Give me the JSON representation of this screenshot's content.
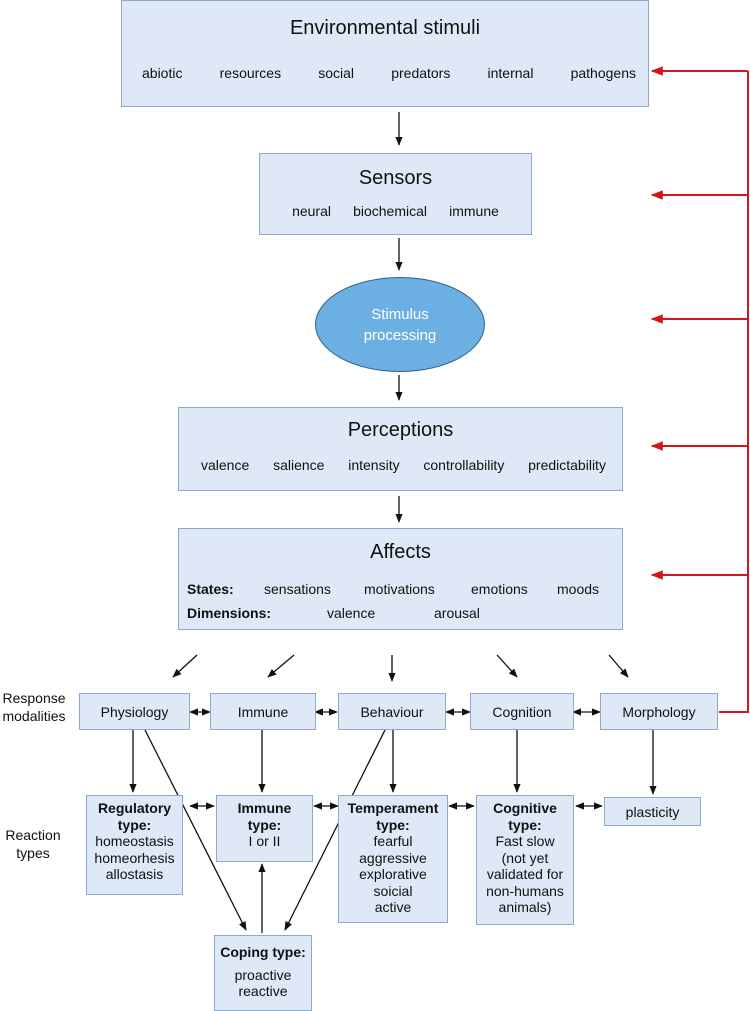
{
  "environmental_stimuli": {
    "title": "Environmental stimuli",
    "items": [
      "abiotic",
      "resources",
      "social",
      "predators",
      "internal",
      "pathogens"
    ]
  },
  "sensors": {
    "title": "Sensors",
    "items": [
      "neural",
      "biochemical",
      "immune"
    ]
  },
  "stimulus_processing": {
    "line1": "Stimulus",
    "line2": "processing"
  },
  "perceptions": {
    "title": "Perceptions",
    "items": [
      "valence",
      "salience",
      "intensity",
      "controllability",
      "predictability"
    ]
  },
  "affects": {
    "title": "Affects",
    "states_label": "States:",
    "states": [
      "sensations",
      "motivations",
      "emotions",
      "moods"
    ],
    "dimensions_label": "Dimensions:",
    "dimensions": [
      "valence",
      "arousal"
    ]
  },
  "side_labels": {
    "response_modalities": [
      "Response",
      "modalities"
    ],
    "reaction_types": [
      "Reaction",
      "types"
    ]
  },
  "modalities": [
    "Physiology",
    "Immune",
    "Behaviour",
    "Cognition",
    "Morphology"
  ],
  "reaction_types": {
    "regulatory": {
      "title": [
        "Regulatory",
        "type:"
      ],
      "lines": [
        "homeostasis",
        "homeorhesis",
        "allostasis"
      ]
    },
    "immune": {
      "title": [
        "Immune",
        "type:"
      ],
      "lines": [
        "I or II"
      ]
    },
    "temperament": {
      "title": [
        "Temperament",
        "type:"
      ],
      "lines": [
        "fearful",
        "aggressive",
        "explorative",
        "soicial",
        "active"
      ]
    },
    "cognitive": {
      "title": [
        "Cognitive",
        "type:"
      ],
      "lines": [
        "Fast slow",
        "(not yet",
        "validated for",
        "non-humans",
        "animals)"
      ]
    },
    "morphology": {
      "lines": [
        "plasticity"
      ]
    },
    "coping": {
      "title": [
        "Coping type:"
      ],
      "lines": [
        "proactive",
        "reactive"
      ]
    }
  },
  "colors": {
    "box_fill": "#dfe8f6",
    "box_border": "#8fa9cc",
    "ellipse_fill": "#6cb0e3",
    "feedback_arrow": "#d3161b"
  }
}
